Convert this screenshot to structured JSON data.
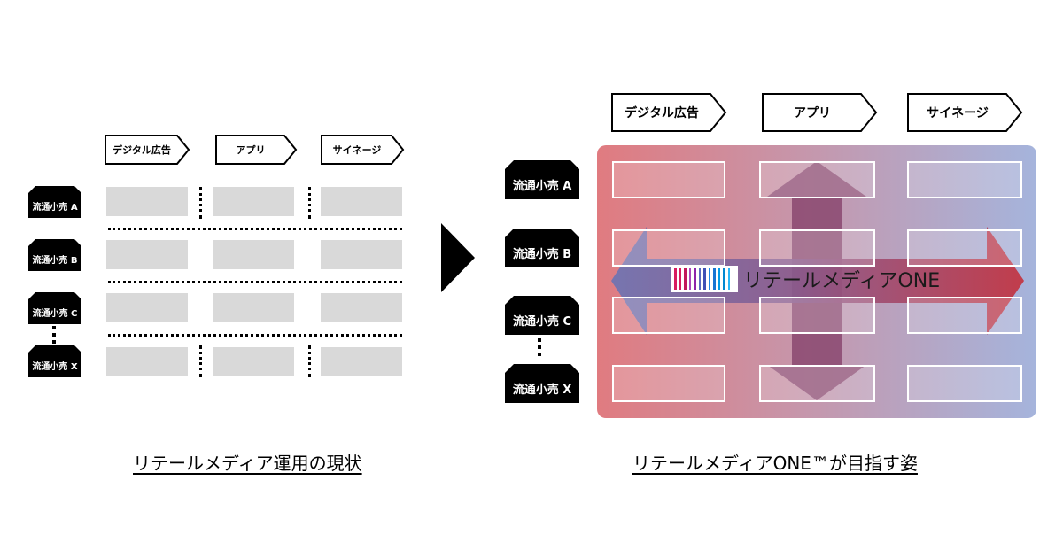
{
  "left": {
    "channels": [
      "デジタル広告",
      "アプリ",
      "サイネージ"
    ],
    "stores": [
      "流通小売 A",
      "流通小売 B",
      "流通小売 C",
      "流通小売 X"
    ],
    "caption": "リテールメディア運用の現状"
  },
  "right": {
    "channels": [
      "デジタル広告",
      "アプリ",
      "サイネージ"
    ],
    "stores": [
      "流通小売 A",
      "流通小売 B",
      "流通小売 C",
      "流通小売 X"
    ],
    "platform_name": "リテールメディアONE",
    "caption": "リテールメディアONE™が目指す姿"
  },
  "colors": {
    "panel_left": "#e07b80",
    "panel_right": "#a5b4dc",
    "arrow_left": "#6b74b4",
    "arrow_right": "#c4303c",
    "arrow_vertical": "#8a4870",
    "grid_cell": "#d9d9d9"
  },
  "icons": {
    "store": "store-house-icon",
    "transition": "arrow-right-icon",
    "logo": "barcode-logo-icon"
  }
}
